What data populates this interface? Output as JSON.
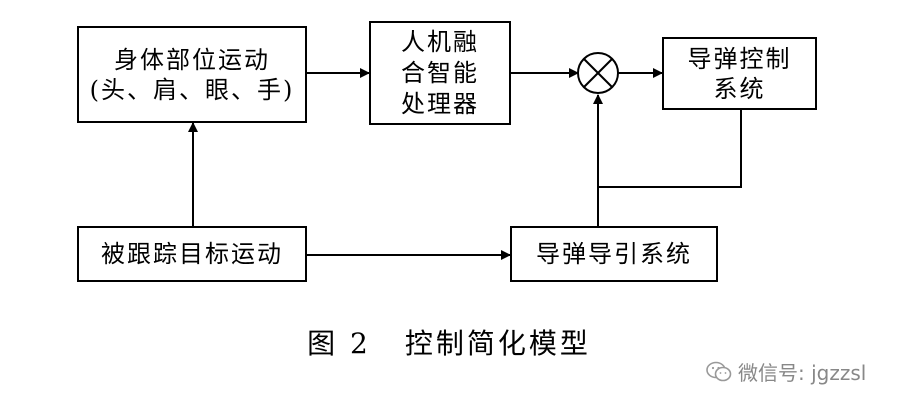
{
  "diagram": {
    "body_motion": {
      "line1": "身体部位运动",
      "line2": "(头、肩、眼、手)"
    },
    "fusion": {
      "line1": "人机融",
      "line2": "合智能",
      "line3": "处理器"
    },
    "missile_control": {
      "line1": "导弹控制",
      "line2": "系统"
    },
    "target_motion": "被跟踪目标运动",
    "guidance": "导弹导引系统"
  },
  "caption": {
    "number": "图 2",
    "title": "控制简化模型"
  },
  "watermark": {
    "text": "微信号: jgzzsl",
    "icon": "wechat-icon"
  }
}
